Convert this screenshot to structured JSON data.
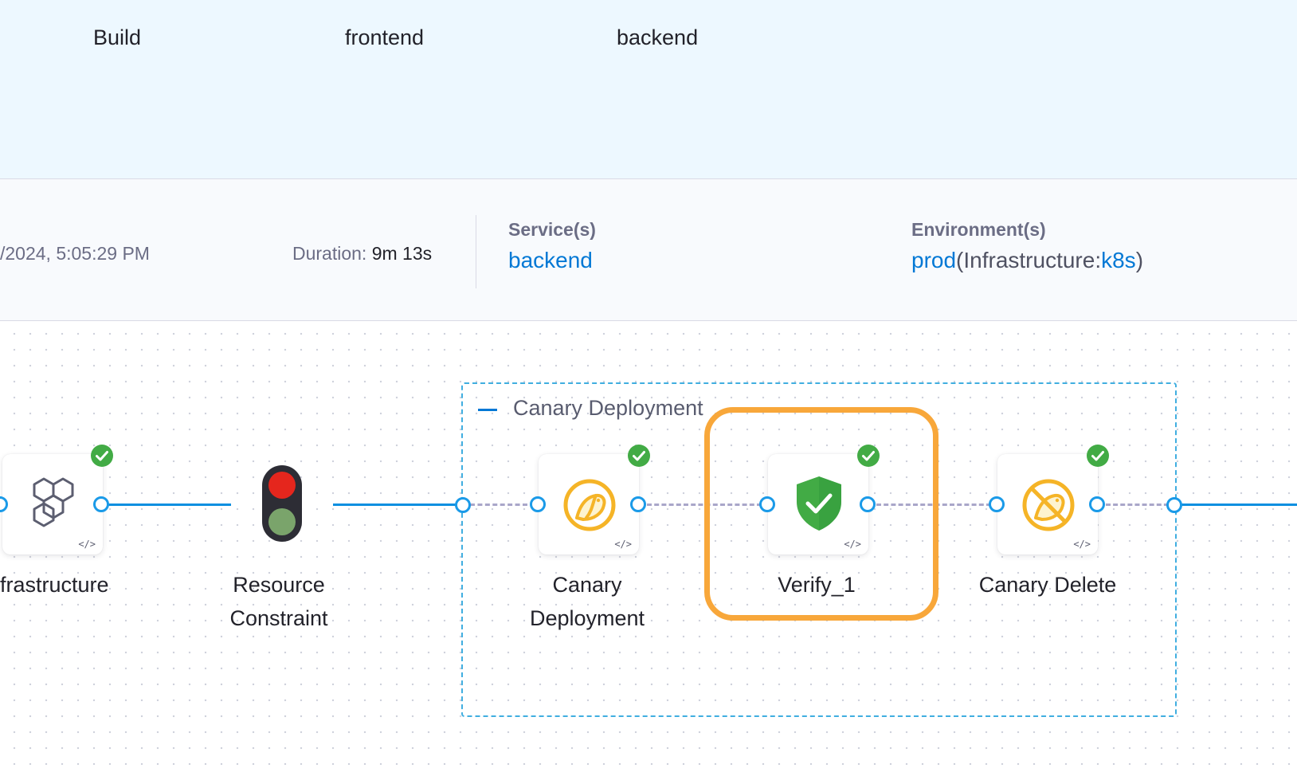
{
  "stages": [
    "Build",
    "frontend",
    "backend"
  ],
  "info": {
    "start_time": "/2024, 5:05:29 PM",
    "duration_label": "Duration:",
    "duration_value": "9m 13s",
    "services_label": "Service(s)",
    "service_value": "backend",
    "environments_label": "Environment(s)",
    "env_name": "prod",
    "infra_prefix": "(Infrastructure:",
    "infra_name": "k8s",
    "infra_suffix": ")"
  },
  "pipeline": {
    "group_title": "Canary Deployment",
    "nodes": [
      {
        "label": "frastructure",
        "icon": "hexagons-icon",
        "status": "success"
      },
      {
        "label": "Resource Constraint",
        "label_lines": [
          "Resource",
          "Constraint"
        ],
        "icon": "traffic-light-icon"
      },
      {
        "label": "Canary Deployment",
        "label_lines": [
          "Canary",
          "Deployment"
        ],
        "icon": "canary-bird-icon",
        "status": "success"
      },
      {
        "label": "Verify_1",
        "icon": "shield-check-icon",
        "status": "success",
        "selected": true
      },
      {
        "label": "Canary Delete",
        "icon": "canary-delete-icon",
        "status": "success"
      }
    ]
  },
  "colors": {
    "accent": "#0278d5",
    "success": "#42ab45",
    "highlight": "#f8a73a",
    "canary": "#f5b427"
  }
}
